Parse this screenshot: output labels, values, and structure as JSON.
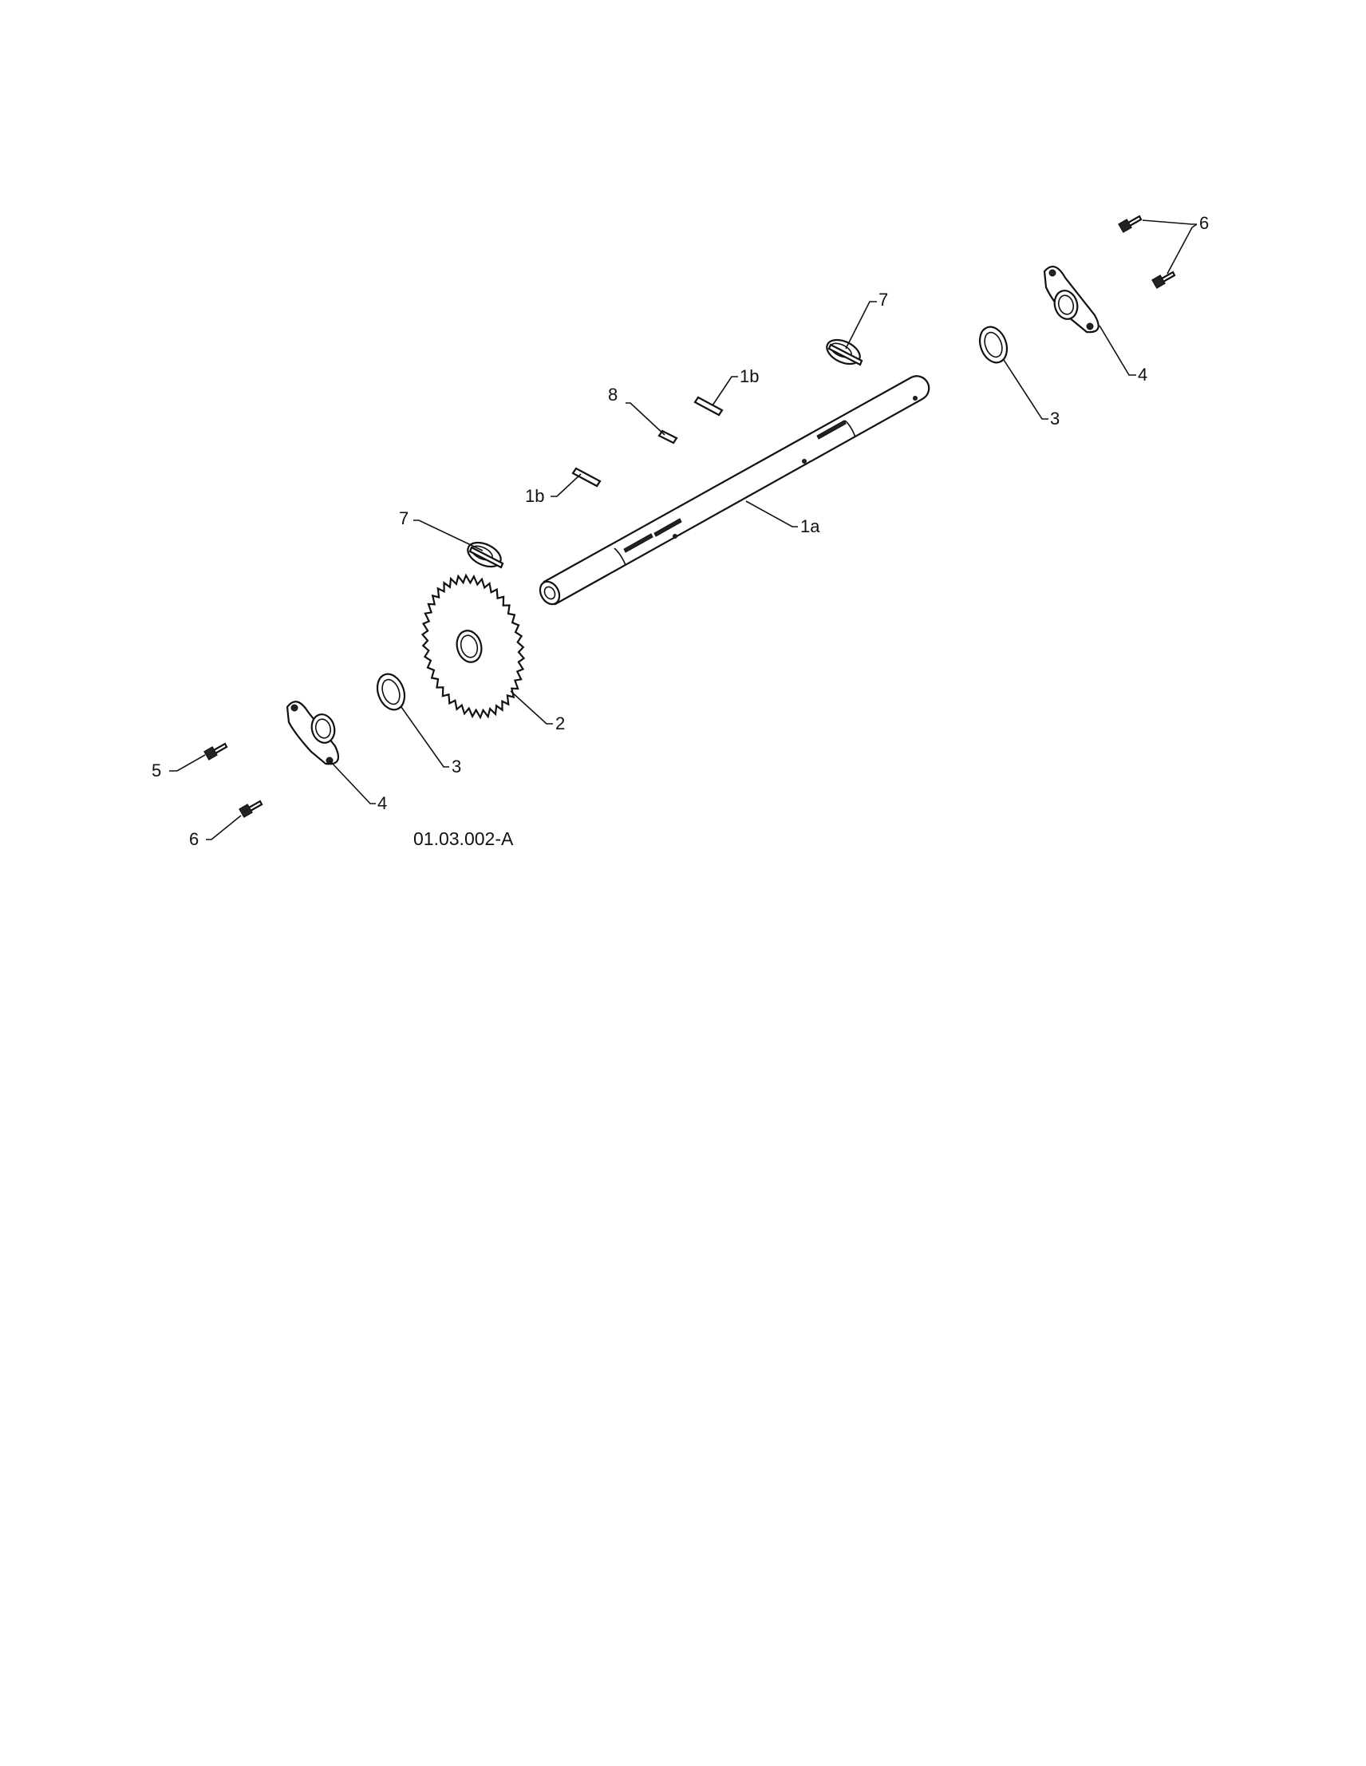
{
  "diagram": {
    "figure_id": "01.03.002-A",
    "callouts": {
      "c1a": "1a",
      "c1b_upper": "1b",
      "c1b_lower": "1b",
      "c2": "2",
      "c3_right": "3",
      "c3_left": "3",
      "c4_right": "4",
      "c4_left": "4",
      "c5": "5",
      "c6_right": "6",
      "c6_left": "6",
      "c7_upper": "7",
      "c7_lower": "7",
      "c8": "8"
    }
  }
}
